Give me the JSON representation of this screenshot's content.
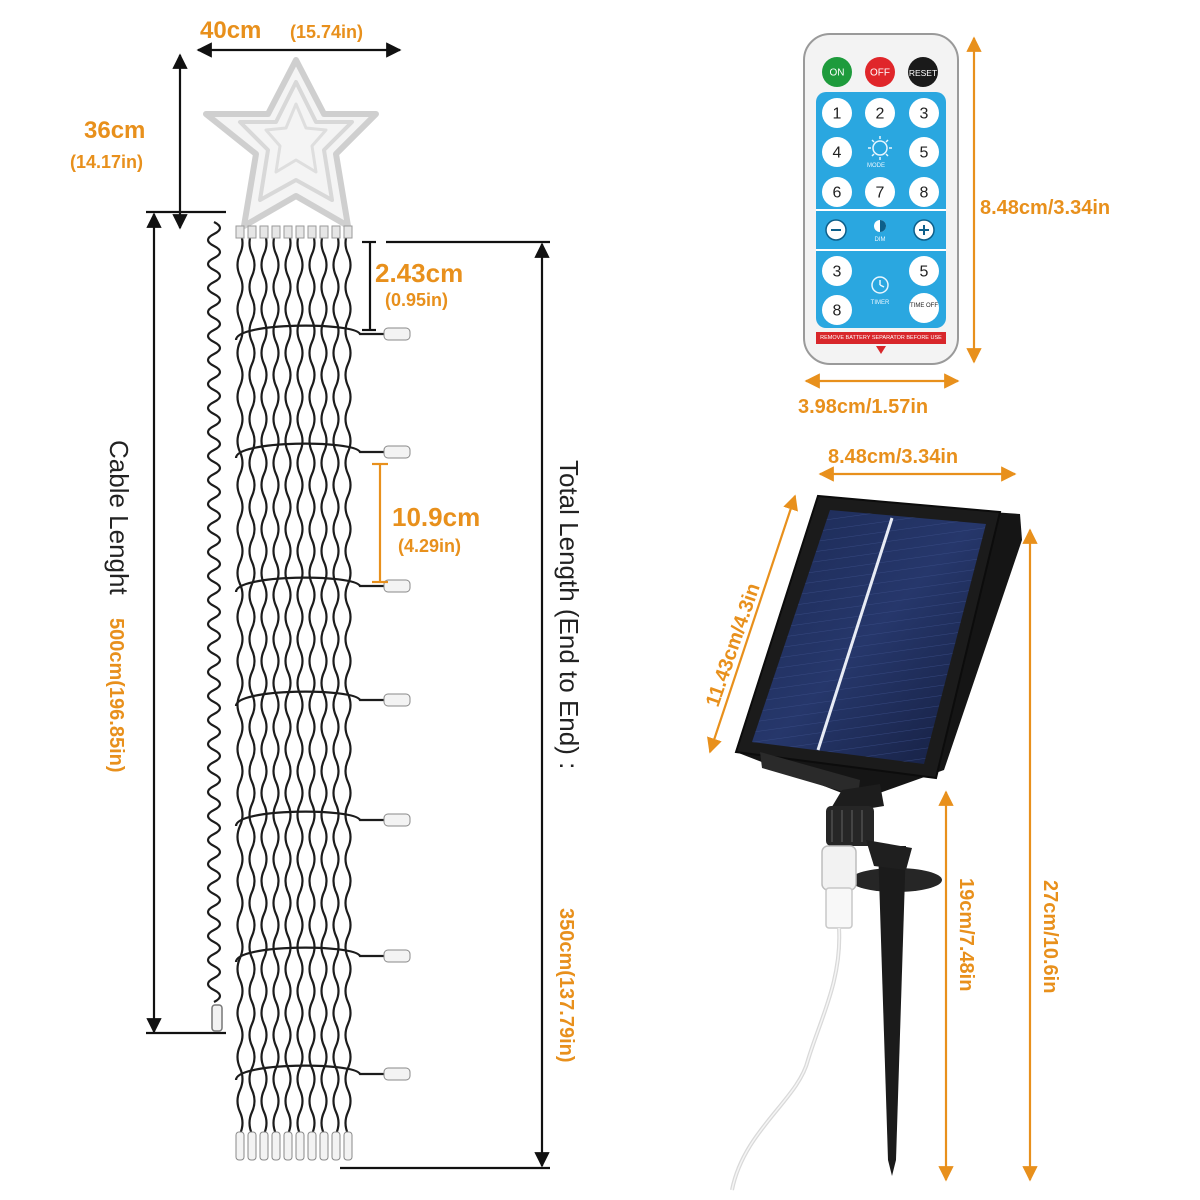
{
  "string_lights": {
    "star_width_cm": "40cm",
    "star_width_in": "(15.74in)",
    "star_height_cm": "36cm",
    "star_height_in": "(14.17in)",
    "drop_spacing_top_cm": "2.43cm",
    "drop_spacing_top_in": "(0.95in)",
    "drop_spacing_cm": "10.9cm",
    "drop_spacing_in": "(4.29in)",
    "cable_label": "Cable Lenght",
    "cable_value": "500cm(196.85in)",
    "total_label": "Total Length (End to End) :",
    "total_value": "350cm(137.79in)"
  },
  "remote": {
    "height_label": "8.48cm/3.34in",
    "width_label": "3.98cm/1.57in",
    "buttons": {
      "on": "ON",
      "off": "OFF",
      "reset": "RESET",
      "n1": "1",
      "n2": "2",
      "n3": "3",
      "n4": "4",
      "n5": "5",
      "n6": "6",
      "n7": "7",
      "n8": "8",
      "mode": "MODE",
      "dim": "DIM",
      "t3": "3",
      "t5": "5",
      "t8": "8",
      "timer": "TIMER",
      "time_off": "TIME OFF"
    },
    "battery_note": "REMOVE BATTERY SEPARATOR BEFORE USE"
  },
  "solar_panel": {
    "width_label": "8.48cm/3.34in",
    "panel_height_label": "11.43cm/4.3in",
    "stake_label": "19cm/7.48in",
    "total_height_label": "27cm/10.6in"
  },
  "colors": {
    "accent": "#e8901c",
    "remote_blue": "#2aa7e0",
    "on_button": "#1e9b3c",
    "off_button": "#e0262a",
    "reset_button": "#1a1a1a"
  }
}
